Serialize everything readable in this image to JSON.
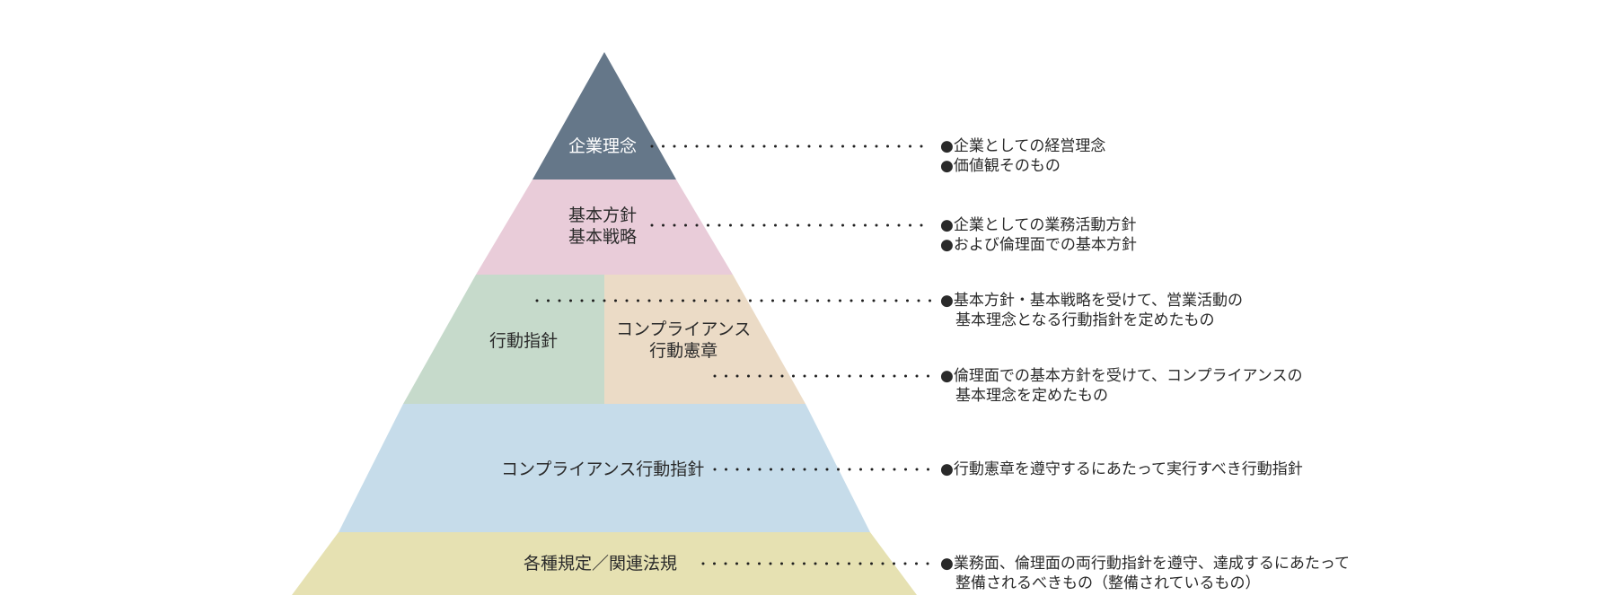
{
  "tiers": {
    "philosophy": {
      "label": "企業理念",
      "color": "#657789"
    },
    "policy": {
      "line1": "基本方針",
      "line2": "基本戦略",
      "color": "#e9ccd9"
    },
    "conduct_guidelines": {
      "label": "行動指針",
      "color": "#c6dacb"
    },
    "compliance_charter": {
      "line1": "コンプライアンス",
      "line2": "行動憲章",
      "color": "#ebdbc6"
    },
    "compliance_guidelines": {
      "label": "コンプライアンス行動指針",
      "color": "#c6dcea"
    },
    "regulations": {
      "label": "各種規定／関連法規",
      "color": "#e6e1b2"
    }
  },
  "descriptions": {
    "philosophy": {
      "line1": "企業としての経営理念",
      "line2": "価値観そのもの"
    },
    "policy": {
      "line1": "企業としての業務活動方針",
      "line2": "および倫理面での基本方針"
    },
    "conduct": {
      "line1": "基本方針・基本戦略を受けて、営業活動の",
      "line2": "基本理念となる行動指針を定めたもの"
    },
    "compliance_charter": {
      "line1": "倫理面での基本方針を受けて、コンプライアンスの",
      "line2": "基本理念を定めたもの"
    },
    "compliance_guidelines": {
      "line1": "行動憲章を遵守するにあたって実行すべき行動指針"
    },
    "regulations": {
      "line1": "業務面、倫理面の両行動指針を遵守、達成するにあたって",
      "line2": "整備されるべきもの（整備されているもの）"
    }
  }
}
